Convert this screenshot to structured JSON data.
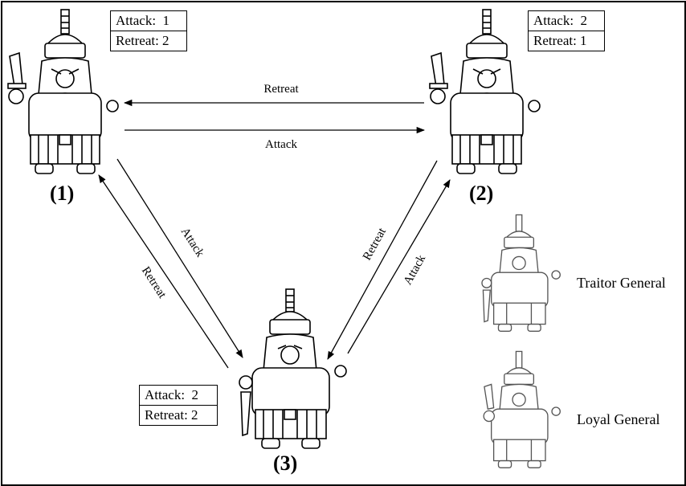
{
  "generals": [
    {
      "id": "1",
      "label": "(1)",
      "votes": [
        "Attack:  1",
        "Retreat: 2"
      ]
    },
    {
      "id": "2",
      "label": "(2)",
      "votes": [
        "Attack:  2",
        "Retreat: 1"
      ]
    },
    {
      "id": "3",
      "label": "(3)",
      "votes": [
        "Attack:  2",
        "Retreat: 2"
      ]
    }
  ],
  "messages": {
    "m1_to_2": "Attack",
    "m2_to_1": "Retreat",
    "m1_to_3": "Attack",
    "m3_to_1": "Retreat",
    "m2_to_3": "Retreat",
    "m3_to_2": "Attack"
  },
  "legend": {
    "traitor": "Traitor General",
    "loyal": "Loyal General"
  }
}
